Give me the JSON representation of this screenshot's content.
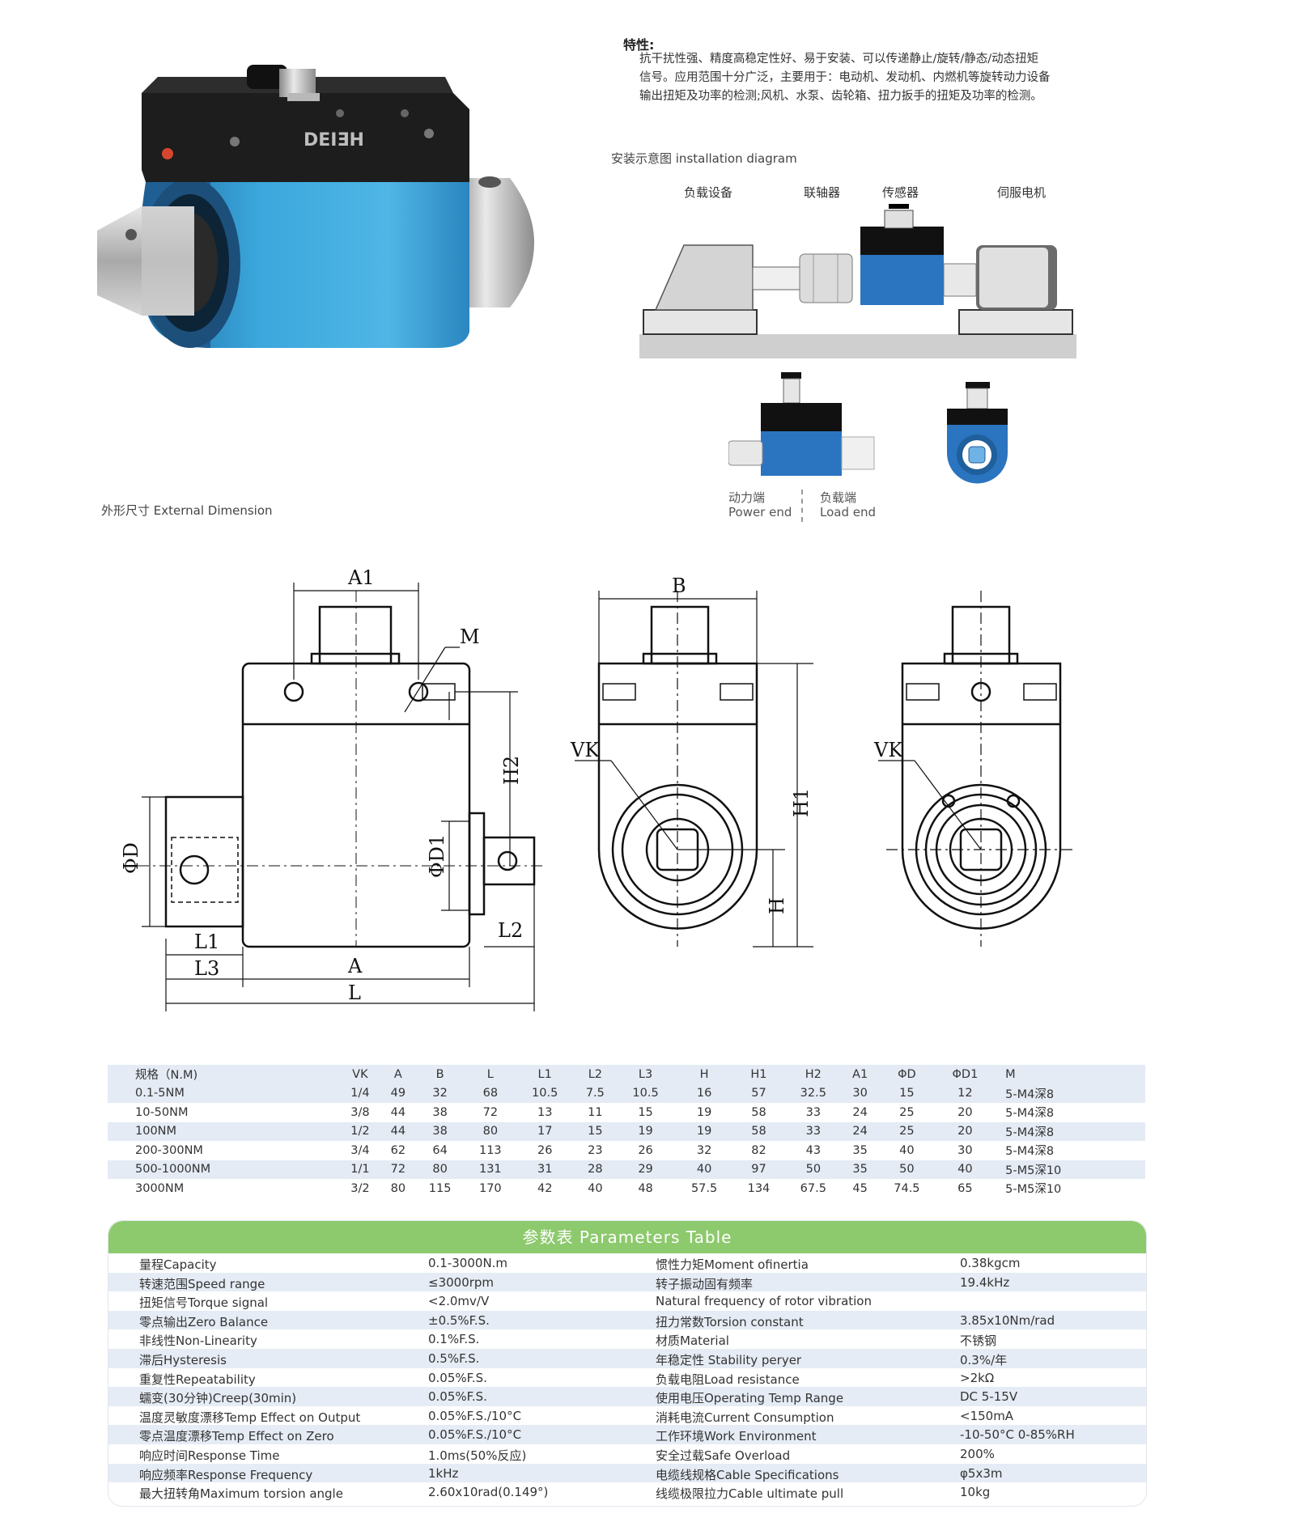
{
  "features": {
    "title": "特性:",
    "lines": [
      "抗干扰性强、精度高稳定性好、易于安装、可以传递静止/旋转/静态/动态扭矩",
      "信号。应用范围十分广泛，主要用于：电动机、发动机、内燃机等旋转动力设备",
      "输出扭矩及功率的检测;风机、水泵、齿轮箱、扭力扳手的扭矩及功率的检测。"
    ]
  },
  "installation": {
    "title": "安装示意图 installation diagram",
    "labels": {
      "load_device": "负载设备",
      "coupling": "联轴器",
      "sensor": "传感器",
      "servo_motor": "伺服电机"
    },
    "power_end": {
      "cn": "动力端",
      "en": "Power end"
    },
    "load_end": {
      "cn": "负载端",
      "en": "Load end"
    }
  },
  "product": {
    "brand": "DEIEH"
  },
  "dimension": {
    "title": "外形尺寸 External Dimension",
    "labels": {
      "A1": "A1",
      "M": "M",
      "H2": "H2",
      "D": "ΦD",
      "D1": "ΦD1",
      "L1": "L1",
      "L2": "L2",
      "L3": "L3",
      "A": "A",
      "L": "L",
      "B": "B",
      "VK": "VK",
      "H1": "H1",
      "H": "H"
    }
  },
  "dim_table": {
    "headers": [
      "规格（N.M)",
      "VK",
      "A",
      "B",
      "L",
      "L1",
      "L2",
      "L3",
      "H",
      "H1",
      "H2",
      "A1",
      "ΦD",
      "ΦD1",
      "M"
    ],
    "rows": [
      [
        "0.1-5NM",
        "1/4",
        "49",
        "32",
        "68",
        "10.5",
        "7.5",
        "10.5",
        "16",
        "57",
        "32.5",
        "30",
        "15",
        "12",
        "5-M4深8"
      ],
      [
        "10-50NM",
        "3/8",
        "44",
        "38",
        "72",
        "13",
        "11",
        "15",
        "19",
        "58",
        "33",
        "24",
        "25",
        "20",
        "5-M4深8"
      ],
      [
        "100NM",
        "1/2",
        "44",
        "38",
        "80",
        "17",
        "15",
        "19",
        "19",
        "58",
        "33",
        "24",
        "25",
        "20",
        "5-M4深8"
      ],
      [
        "200-300NM",
        "3/4",
        "62",
        "64",
        "113",
        "26",
        "23",
        "26",
        "32",
        "82",
        "43",
        "35",
        "40",
        "30",
        "5-M4深8"
      ],
      [
        "500-1000NM",
        "1/1",
        "72",
        "80",
        "131",
        "31",
        "28",
        "29",
        "40",
        "97",
        "50",
        "35",
        "50",
        "40",
        "5-M5深10"
      ],
      [
        "3000NM",
        "3/2",
        "80",
        "115",
        "170",
        "42",
        "40",
        "48",
        "57.5",
        "134",
        "67.5",
        "45",
        "74.5",
        "65",
        "5-M5深10"
      ]
    ]
  },
  "param_table": {
    "title": "参数表  Parameters Table",
    "rows": [
      [
        "量程Capacity",
        "0.1-3000N.m",
        "惯性力矩Moment ofinertia",
        "0.38kgcm"
      ],
      [
        "转速范围Speed range",
        "≤3000rpm",
        "转子振动固有频率",
        "19.4kHz"
      ],
      [
        "扭矩信号Torque signal",
        "<2.0mv/V",
        "Natural frequency of rotor vibration",
        ""
      ],
      [
        "零点输出Zero Balance",
        "±0.5%F.S.",
        "扭力常数Torsion constant",
        "3.85x10Nm/rad"
      ],
      [
        "非线性Non-Linearity",
        "0.1%F.S.",
        "材质Material",
        "不锈钢"
      ],
      [
        "滞后Hysteresis",
        "0.5%F.S.",
        "年稳定性 Stability peryer",
        "0.3%/年"
      ],
      [
        "重复性Repeatability",
        "0.05%F.S.",
        "负载电阻Load resistance",
        ">2kΩ"
      ],
      [
        "蠕变(30分钟)Creep(30min)",
        "0.05%F.S.",
        "使用电压Operating Temp Range",
        "DC 5-15V"
      ],
      [
        "温度灵敏度漂移Temp Effect on Output",
        "0.05%F.S./10°C",
        "消耗电流Current Consumption",
        "<150mA"
      ],
      [
        "零点温度漂移Temp Effect on Zero",
        "0.05%F.S./10°C",
        "工作环境Work Environment",
        "-10-50°C 0-85%RH"
      ],
      [
        "响应时间Response Time",
        "1.0ms(50%反应)",
        "安全过载Safe Overload",
        "200%"
      ],
      [
        "响应频率Response Frequency",
        "1kHz",
        "电缆线规格Cable Specifications",
        "φ5x3m"
      ],
      [
        "最大扭转角Maximum torsion angle",
        "2.60x10rad(0.149°)",
        "线缆极限拉力Cable ultimate pull",
        "10kg"
      ]
    ]
  },
  "colors": {
    "accent_green": "#8dc96d",
    "row_blue": "#e4ebf5",
    "sensor_blue": "#3a9fd3"
  }
}
